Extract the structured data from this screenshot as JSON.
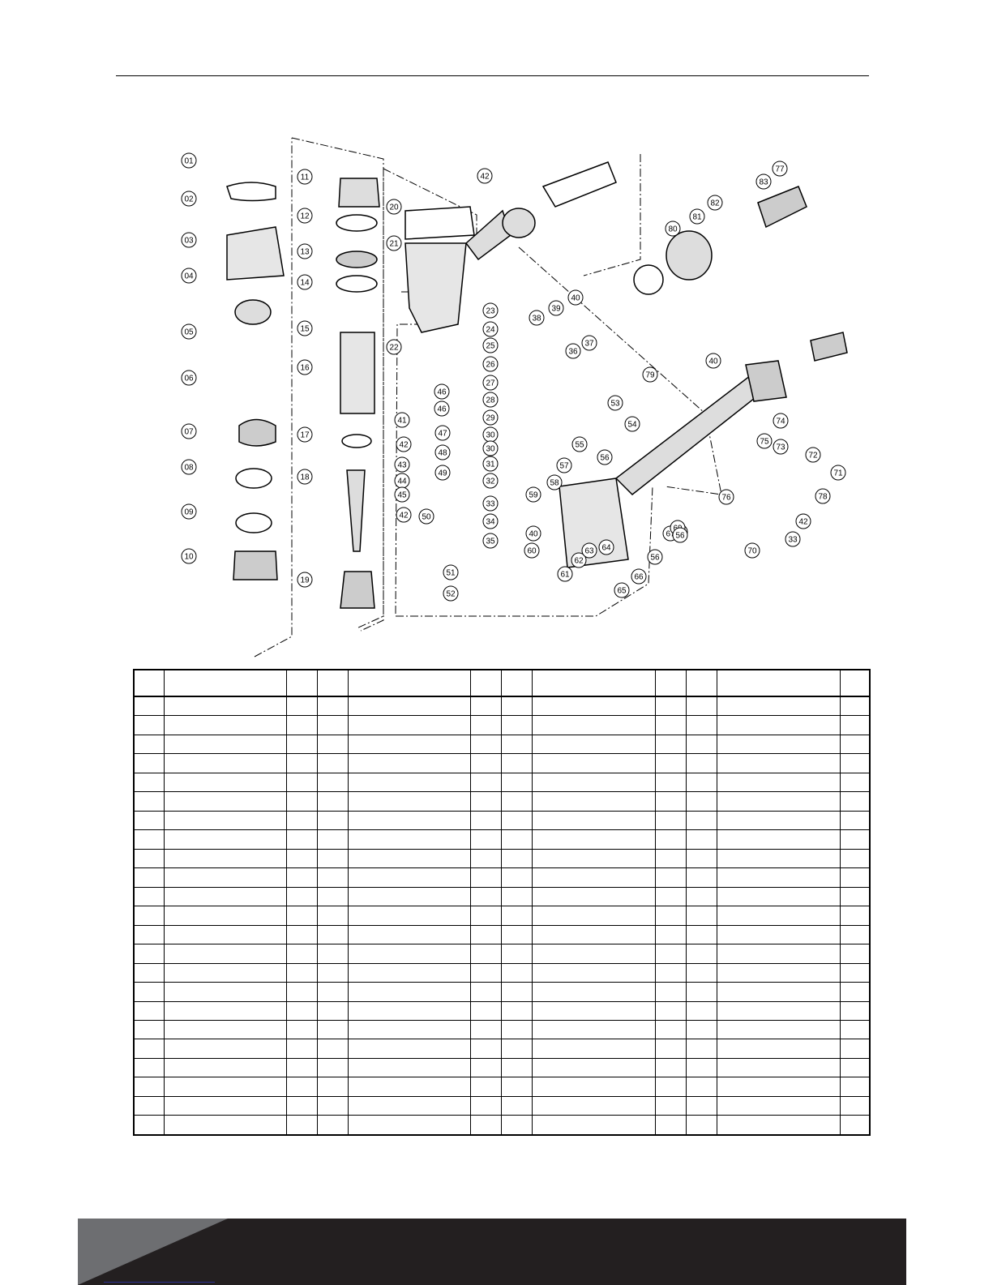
{
  "page": {
    "background": "#ffffff",
    "footer_color": "#231f20",
    "footer_accent": "#6d6e71"
  },
  "diagram": {
    "part_numbers": [
      "01",
      "02",
      "03",
      "04",
      "05",
      "06",
      "07",
      "08",
      "09",
      "10",
      "11",
      "12",
      "13",
      "14",
      "15",
      "16",
      "17",
      "18",
      "19",
      "20",
      "21",
      "22",
      "23",
      "24",
      "25",
      "26",
      "27",
      "28",
      "29",
      "30",
      "30",
      "31",
      "32",
      "33",
      "34",
      "35",
      "36",
      "37",
      "38",
      "39",
      "40",
      "41",
      "42",
      "42",
      "42",
      "43",
      "44",
      "45",
      "46",
      "46",
      "47",
      "48",
      "49",
      "50",
      "51",
      "52",
      "53",
      "54",
      "55",
      "56",
      "57",
      "58",
      "59",
      "40",
      "60",
      "61",
      "62",
      "63",
      "64",
      "65",
      "66",
      "56",
      "67",
      "68",
      "69",
      "56",
      "70",
      "33",
      "42",
      "76",
      "40",
      "75",
      "74",
      "73",
      "72",
      "71",
      "78",
      "79",
      "80",
      "81",
      "82",
      "83",
      "77"
    ]
  },
  "table": {
    "column_groups": 4,
    "columns_per_group": 3,
    "body_rows": 23
  }
}
